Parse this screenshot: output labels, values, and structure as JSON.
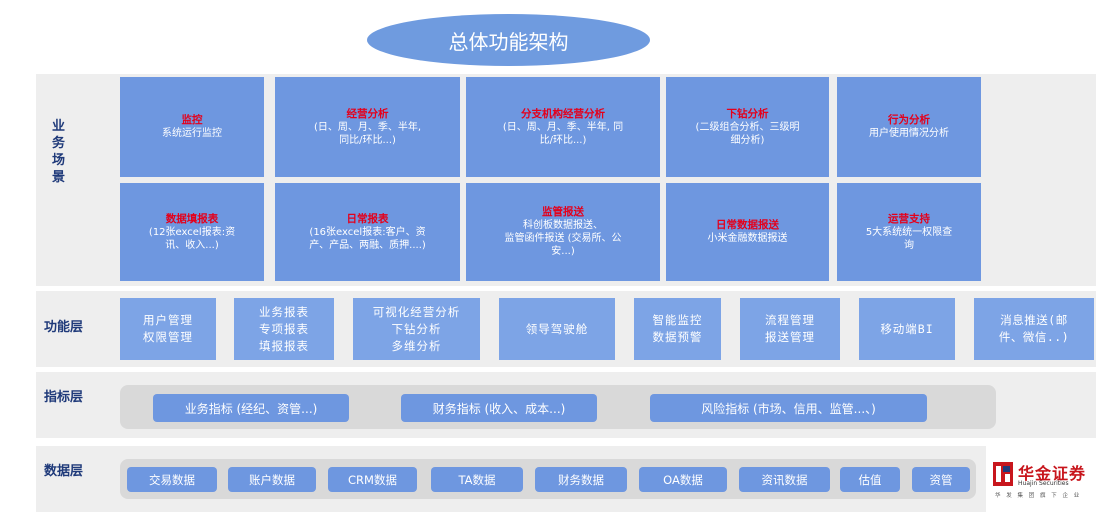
{
  "title": "总体功能架构",
  "layers": {
    "business": "业\n务\n场\n景",
    "function": "功能层",
    "indicator": "指标层",
    "data": "数据层"
  },
  "business_row1": [
    {
      "title": "监控",
      "sub": "系统运行监控"
    },
    {
      "title": "经营分析",
      "sub": "(日、周、月、季、半年,\n同比/环比...)"
    },
    {
      "title": "分支机构经营分析",
      "sub": "(日、周、月、季、半年, 同\n比/环比...)"
    },
    {
      "title": "下钻分析",
      "sub": "(二级组合分析、三级明\n细分析)"
    },
    {
      "title": "行为分析",
      "sub": "用户使用情况分析"
    }
  ],
  "business_row2": [
    {
      "title": "数据填报表",
      "sub": "(12张excel报表:资\n讯、收入...)"
    },
    {
      "title": "日常报表",
      "sub": "(16张excel报表:客户、资\n产、产品、两融、质押....)"
    },
    {
      "title": "监管报送",
      "sub": "科创板数据报送、\n监管函件报送 (交易所、公\n安...)"
    },
    {
      "title": "日常数据报送",
      "sub": "小米金融数据报送"
    },
    {
      "title": "运营支持",
      "sub": "5大系统统一权限查\n询"
    }
  ],
  "functions": [
    "用户管理\n权限管理",
    "业务报表\n专项报表\n填报报表",
    "可视化经营分析\n下钻分析\n多维分析",
    "领导驾驶舱",
    "智能监控\n数据预警",
    "流程管理\n报送管理",
    "移动端BI",
    "消息推送(邮\n件、微信..)"
  ],
  "indicators": [
    "业务指标 (经纪、资管...)",
    "财务指标 (收入、成本...)",
    "风险指标 (市场、信用、监管...、)"
  ],
  "data_items": [
    "交易数据",
    "账户数据",
    "CRM数据",
    "TA数据",
    "财务数据",
    "OA数据",
    "资讯数据",
    "估值",
    "资管"
  ],
  "logo": {
    "cn": "华金证券",
    "en": "Huajin Securities",
    "tag": "华 发 集 团 旗 下 企 业"
  }
}
